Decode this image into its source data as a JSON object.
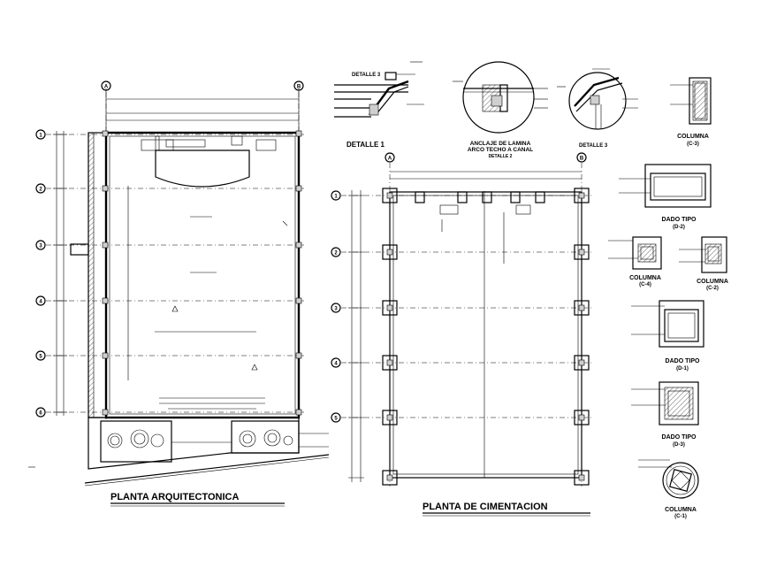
{
  "titles": {
    "architectural_plan": "PLANTA ARQUITECTONICA",
    "foundation_plan": "PLANTA DE CIMENTACION"
  },
  "details": {
    "detail_1": "DETALLE 1",
    "detail_3": "DETALLE 3",
    "anchor_line1": "ANCLAJE DE LAMINA",
    "anchor_line2": "ARCO TECHO A CANAL",
    "anchor_line3": "DETALLE 2"
  },
  "sections": {
    "col_c3_name": "COLUMNA",
    "col_c3_code": "(C-3)",
    "dado_d2_name": "DADO TIPO",
    "dado_d2_code": "(D-2)",
    "col_c4_name": "COLUMNA",
    "col_c4_code": "(C-4)",
    "col_c2_name": "COLUMNA",
    "col_c2_code": "(C-2)",
    "dado_d1_name": "DADO TIPO",
    "dado_d1_code": "(D-1)",
    "dado_d3_name": "DADO TIPO",
    "dado_d3_code": "(D-3)",
    "col_c1_name": "COLUMNA",
    "col_c1_code": "(C-1)"
  },
  "grid_axes": {
    "letters": [
      "A",
      "B"
    ],
    "numbers": [
      "1",
      "2",
      "3",
      "4",
      "5",
      "6"
    ]
  }
}
